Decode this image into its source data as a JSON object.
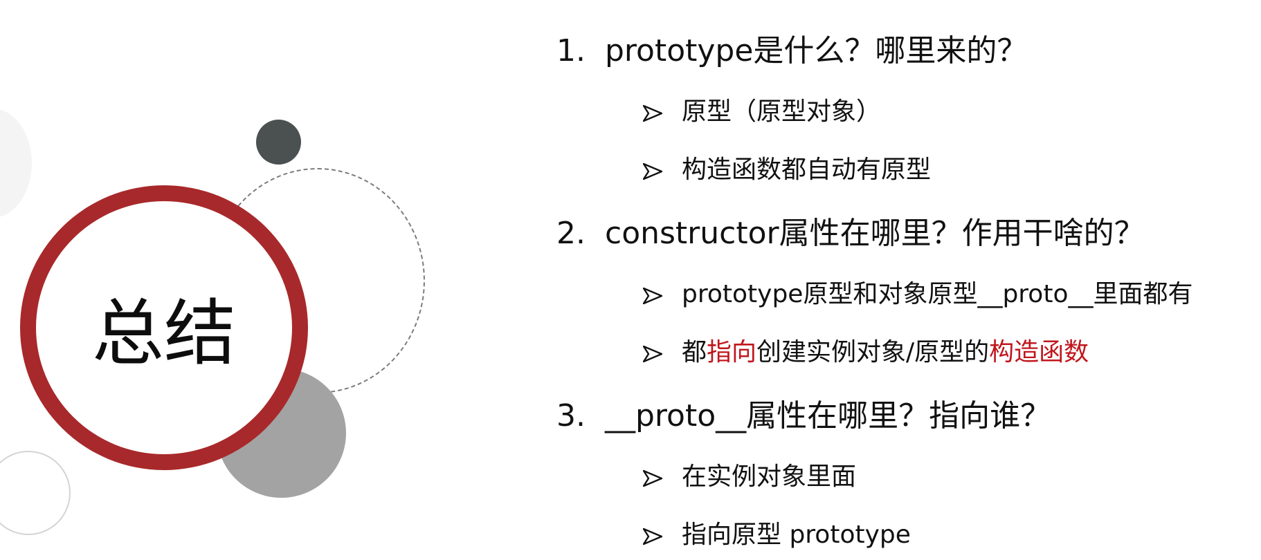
{
  "slide": {
    "title": "总结",
    "questions": [
      {
        "number": "1.",
        "text": "prototype是什么？哪里来的？",
        "bullets": [
          {
            "text": "原型（原型对象）"
          },
          {
            "text": "构造函数都自动有原型"
          }
        ]
      },
      {
        "number": "2.",
        "text": "constructor属性在哪里？作用干啥的？",
        "bullets": [
          {
            "text": "prototype原型和对象原型__proto__里面都有"
          },
          {
            "parts": [
              "都",
              "指向",
              "创建实例对象/原型的",
              "构造函数"
            ]
          }
        ]
      },
      {
        "number": "3.",
        "text": "__proto__属性在哪里？指向谁？",
        "bullets": [
          {
            "text": "在实例对象里面"
          },
          {
            "text": "指向原型 prototype"
          }
        ]
      }
    ]
  },
  "colors": {
    "accent_red": "#a8292b",
    "highlight_red": "#c0161c",
    "dark_circle": "#4b5150",
    "gray_circle": "#a3a3a3"
  },
  "icons": {
    "bullet": "arrowhead-bullet-icon"
  }
}
